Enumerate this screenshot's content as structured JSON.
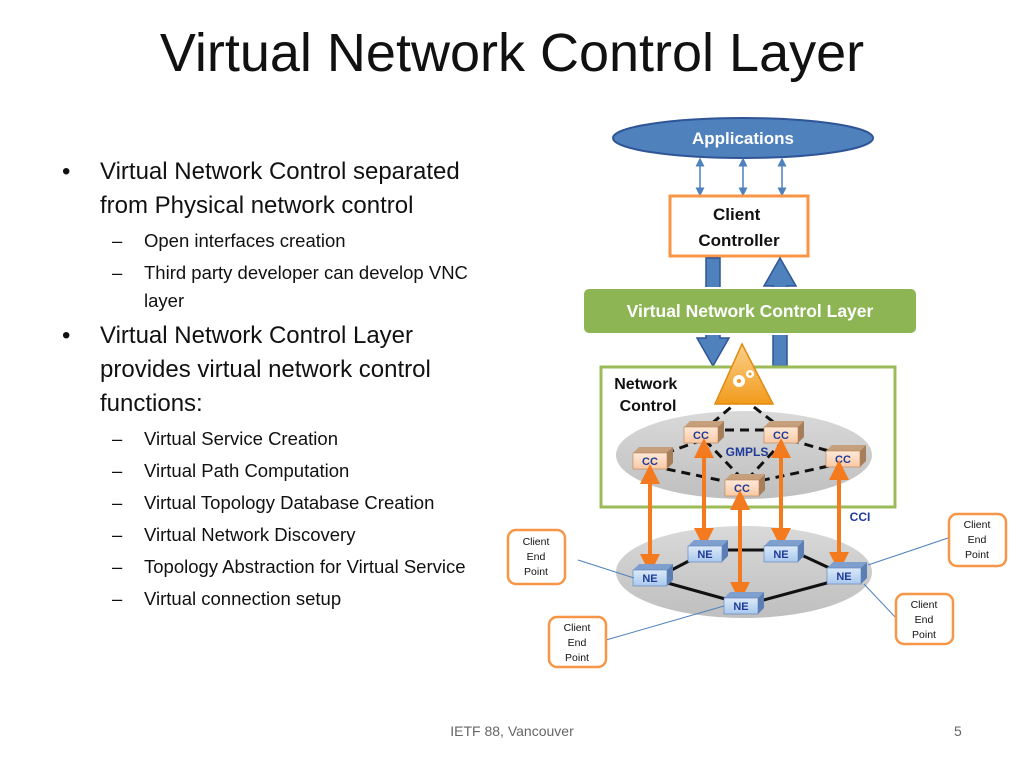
{
  "slide": {
    "title": "Virtual Network Control Layer",
    "footer": "IETF 88, Vancouver",
    "page_number": "5"
  },
  "bullets": [
    {
      "text": "Virtual Network Control separated from Physical network control",
      "sub": [
        "Open interfaces creation",
        "Third party developer can develop VNC layer"
      ]
    },
    {
      "text": "Virtual Network Control Layer provides virtual network control functions:",
      "sub": [
        "Virtual Service Creation",
        "Virtual Path Computation",
        "Virtual Topology Database Creation",
        "Virtual Network Discovery",
        "Topology Abstraction for Virtual Service",
        "Virtual connection setup"
      ]
    }
  ],
  "diagram": {
    "applications": "Applications",
    "client_controller": "Client Controller",
    "vnc_layer": "Virtual Network Control Layer",
    "network_control": "Network Control",
    "gmpls": "GMPLS",
    "cc_label": "CC",
    "ne_label": "NE",
    "cci_label": "CCI",
    "client_end_point": "Client End Point",
    "colors": {
      "app_fill": "#4f81bd",
      "cc_box_border": "#f79646",
      "vnc_fill": "#8db554",
      "control_border": "#9bbb59",
      "arrow_blue": "#4f81bd",
      "arrow_orange": "#f47a20",
      "label_blue": "#1f3b99"
    }
  }
}
